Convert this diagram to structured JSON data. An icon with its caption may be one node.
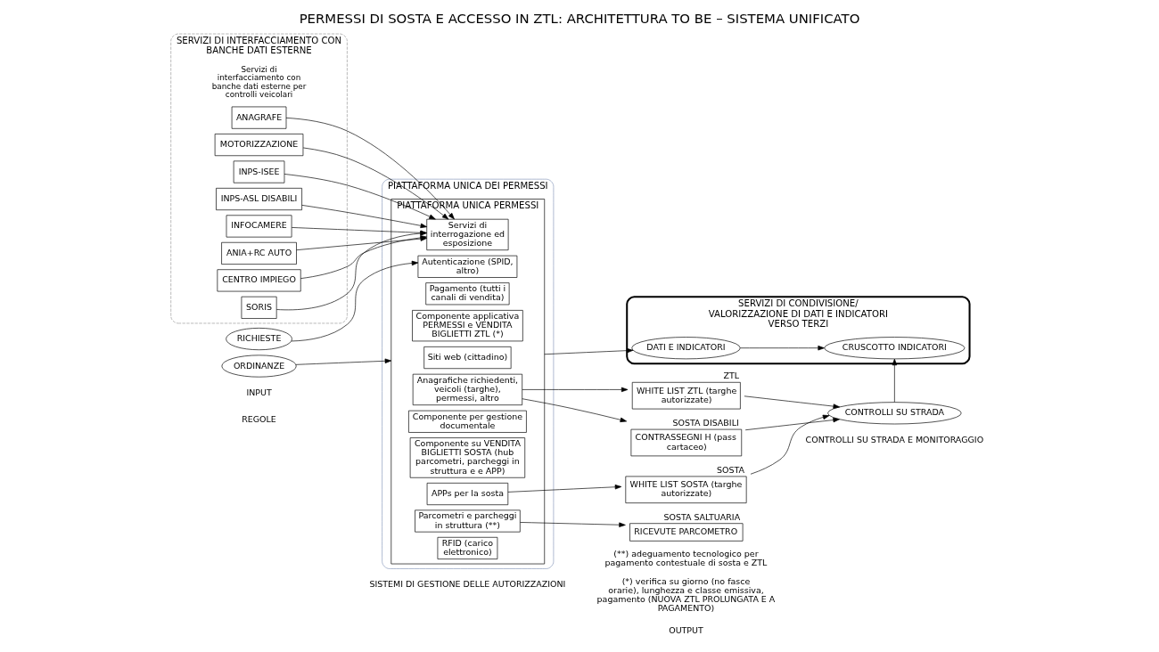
{
  "diagram": {
    "title": "PERMESSI DI SOSTA E ACCESSO IN ZTL: ARCHITETTURA TO BE – SISTEMA UNIFICATO",
    "nodes": [
      {
        "text": [
          "SERVIZI DI INTERFACCIAMENTO CON BANCHE DATI ESTERNE"
        ]
      },
      {
        "text": [
          "ANAGRAFE"
        ],
        "in": 0
      },
      {
        "text": [
          "MOTORIZZAZIONE"
        ],
        "in": 0
      },
      {
        "text": [
          "INPS-ISEE"
        ],
        "in": 0
      },
      {
        "text": [
          "INPS-ASL DISABILI"
        ],
        "in": 0
      },
      {
        "text": [
          "INFOCAMERE"
        ],
        "in": 0
      },
      {
        "text": [
          "ANIA+RC AUTO"
        ],
        "in": 0
      },
      {
        "text": [
          "CENTRO IMPIEGO"
        ],
        "in": 0
      },
      {
        "text": [
          "SORIS"
        ],
        "in": 0
      },
      {
        "text": [
          "RICHIESTE"
        ]
      },
      {
        "text": [
          "ORDINANZE"
        ]
      },
      {
        "text": [
          "PIATTAFORMA UNICA DEI PERMESSI"
        ]
      },
      {
        "text": [
          "PIATTAFORMA UNICA PERMESSI"
        ],
        "in": 11
      },
      {
        "text": [
          "Siti web (cittadino)"
        ],
        "in": 12
      },
      {
        "text": [
          "Autenticazione (SPID, altro)"
        ],
        "in": 12
      },
      {
        "text": [
          "Pagamento (tutti i canali di vendita)"
        ],
        "in": 12
      },
      {
        "text": [
          "Componente applicativa PERMESSI e VENDITA BIGLIETTI ZTL (*)"
        ],
        "in": 12
      },
      {
        "text": [
          "Anagrafiche richiedenti, veicoli (targhe), permessi, altro"
        ],
        "in": 12
      },
      {
        "text": [
          "Servizi di interrogazione ed esposizione"
        ],
        "in": 12
      },
      {
        "text": [
          "Componente per gestione documentale"
        ],
        "in": 12
      },
      {
        "text": [
          "Componente su VENDITA BIGLIETTI SOSTA (hub parcometri, parcheggi in struttura e e APP)"
        ],
        "in": 12
      },
      {
        "text": [
          "APPs per la sosta"
        ],
        "in": 12
      },
      {
        "text": [
          "Parcometri e parcheggi in struttura (**)"
        ],
        "in": 12
      },
      {
        "text": [
          "RFID (carico elettronico)"
        ],
        "in": 12
      },
      {
        "text": [
          "SERVIZI DI CONDIVISIONE/ VALORIZZAZIONE DI DATI E INDICATORI VERSO TERZI"
        ]
      },
      {
        "text": [
          "DATI E INDICATORI"
        ],
        "in": 24
      },
      {
        "text": [
          "CRUSCOTTO INDICATORI"
        ],
        "in": 24
      },
      {
        "text": [
          "WHITE LIST ZTL (targhe autorizzate)"
        ],
        "beside": [
          "ZTL"
        ]
      },
      {
        "text": [
          "WHITE LIST SOSTA (targhe autorizzate)"
        ],
        "beside": [
          "SOSTA"
        ]
      },
      {
        "text": [
          "CONTRASSEGNI H (pass cartaceo)"
        ],
        "beside": [
          "SOSTA DISABILI"
        ]
      },
      {
        "text": [
          "RICEVUTE PARCOMETRO"
        ],
        "beside": [
          "SOSTA SALTUARIA"
        ]
      },
      {
        "text": [
          "CONTROLLI SU STRADA"
        ]
      }
    ],
    "edges": [
      {
        "from": 9,
        "to": 14,
        "arrow": "to"
      },
      {
        "from": 1,
        "to": 18,
        "arrow": "to"
      },
      {
        "from": 2,
        "to": 18,
        "arrow": "to"
      },
      {
        "from": 3,
        "to": 18,
        "arrow": "to"
      },
      {
        "from": 4,
        "to": 18,
        "arrow": "to"
      },
      {
        "from": 5,
        "to": 18,
        "arrow": "to"
      },
      {
        "from": 6,
        "to": 18,
        "arrow": "to"
      },
      {
        "from": 7,
        "to": 18,
        "arrow": "to"
      },
      {
        "from": 8,
        "to": 18,
        "arrow": "to"
      },
      {
        "from": 10,
        "to": 12,
        "arrow": "to"
      },
      {
        "from": 12,
        "to": 25,
        "arrow": "to"
      },
      {
        "from": 25,
        "to": 26,
        "arrow": "to"
      },
      {
        "from": 17,
        "to": 27,
        "arrow": "to"
      },
      {
        "from": 17,
        "to": 29,
        "arrow": "to"
      },
      {
        "from": 21,
        "to": 28,
        "arrow": "to"
      },
      {
        "from": 22,
        "to": 30,
        "arrow": "to"
      },
      {
        "from": 27,
        "to": 31,
        "arrow": "to"
      },
      {
        "from": 28,
        "to": 31,
        "arrow": "to"
      },
      {
        "from": 29,
        "to": 31,
        "arrow": "to"
      },
      {
        "from": 31,
        "to": 26,
        "arrow": "to"
      }
    ],
    "labels": [
      "REGOLE",
      "INPUT",
      "SISTEMI DI GESTIONE DELLE AUTORIZZAZIONI",
      "OUTPUT",
      "CONTROLLI SU STRADA E MONITORAGGIO",
      "Servizi di interfacciamento con banche dati esterne per controlli veicolari",
      "(*) verifica su giorno (no fasce orarie), lunghezza e classe emissiva, pagamento (NUOVA ZTL PROLUNGATA E A PAGAMENTO)",
      "(**) adeguamento tecnologico per pagamento contestuale di sosta e ZTL"
    ]
  }
}
